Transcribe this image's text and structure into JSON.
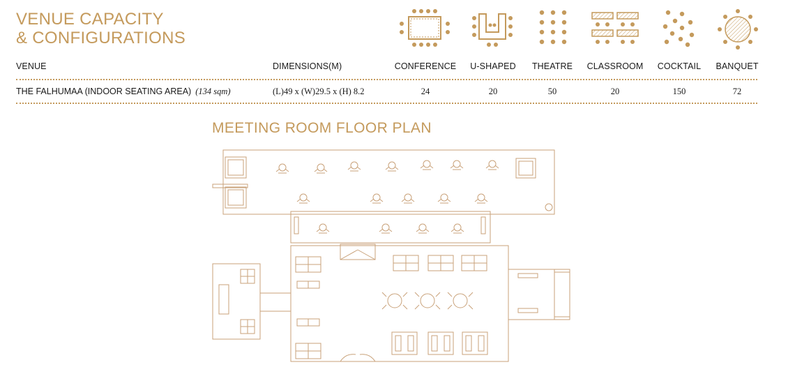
{
  "header": {
    "title_line1": "VENUE CAPACITY",
    "title_line2": "& CONFIGURATIONS"
  },
  "table": {
    "col_venue": "VENUE",
    "col_dimensions": "DIMENSIONS(M)",
    "col_conference": "CONFERENCE",
    "col_ushaped": "U-SHAPED",
    "col_theatre": "THEATRE",
    "col_classroom": "CLASSROOM",
    "col_cocktail": "COCKTAIL",
    "col_banquet": "BANQUET",
    "row": {
      "venue": "THE FALHUMAA (INDOOR SEATING AREA)",
      "area": "(134 sqm)",
      "dimensions": "(L)49 x (W)29.5 x (H) 8.2",
      "conference": "24",
      "ushaped": "20",
      "theatre": "50",
      "classroom": "20",
      "cocktail": "150",
      "banquet": "72"
    }
  },
  "floor_plan": {
    "title": "MEETING ROOM FLOOR PLAN"
  },
  "colors": {
    "accent": "#c49a5c",
    "line": "#c9a27a"
  },
  "icons": [
    "conference-layout-icon",
    "u-shaped-layout-icon",
    "theatre-layout-icon",
    "classroom-layout-icon",
    "cocktail-layout-icon",
    "banquet-layout-icon"
  ]
}
